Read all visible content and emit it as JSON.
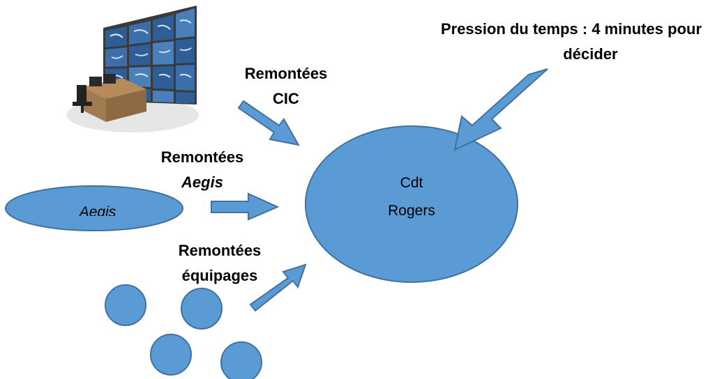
{
  "colors": {
    "shape_fill": "#5b9bd5",
    "shape_border": "#41719c",
    "text": "#000000"
  },
  "nodes": {
    "commander": {
      "line1": "Cdt",
      "line2": "Rogers"
    },
    "aegis": {
      "label": "Aegis"
    }
  },
  "labels": {
    "time_pressure": {
      "line1": "Pression du temps : 4 minutes pour",
      "line2": "décider"
    },
    "cic": {
      "line1": "Remontées",
      "line2": "CIC"
    },
    "aegis": {
      "line1": "Remontées",
      "line2": "Aegis"
    },
    "crews": {
      "line1": "Remontées",
      "line2": "équipages"
    }
  },
  "icons": {
    "cic_image": "control-room-video-wall-icon",
    "crew_group": "crew-circles-icon"
  }
}
